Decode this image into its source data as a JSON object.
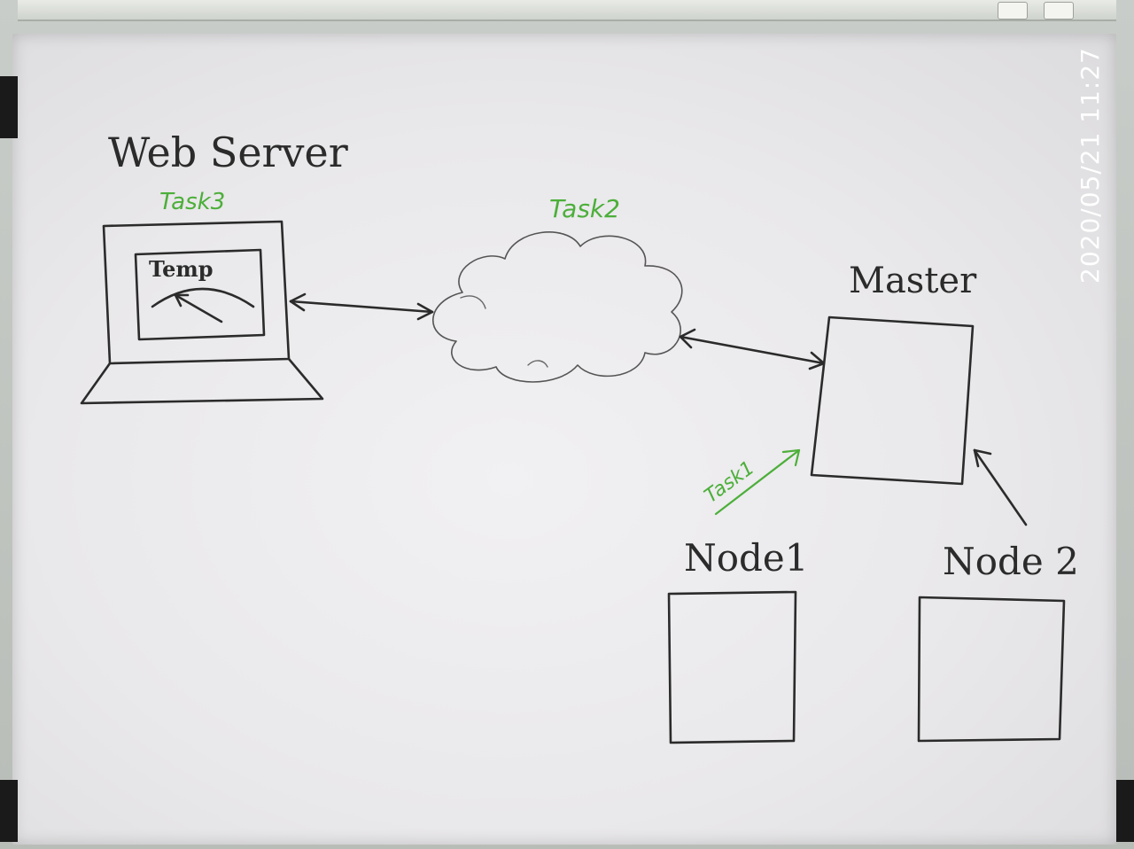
{
  "labels": {
    "web_server": "Web Server",
    "task3": "Task3",
    "task2": "Task2",
    "task1": "Task1",
    "temp": "Temp",
    "master": "Master",
    "node1": "Node1",
    "node2": "Node 2"
  },
  "timestamp": "2020/05/21  11:27",
  "colors": {
    "ink": "#2b2b2b",
    "green_marker": "#4caf3a",
    "board": "#efeef0"
  }
}
